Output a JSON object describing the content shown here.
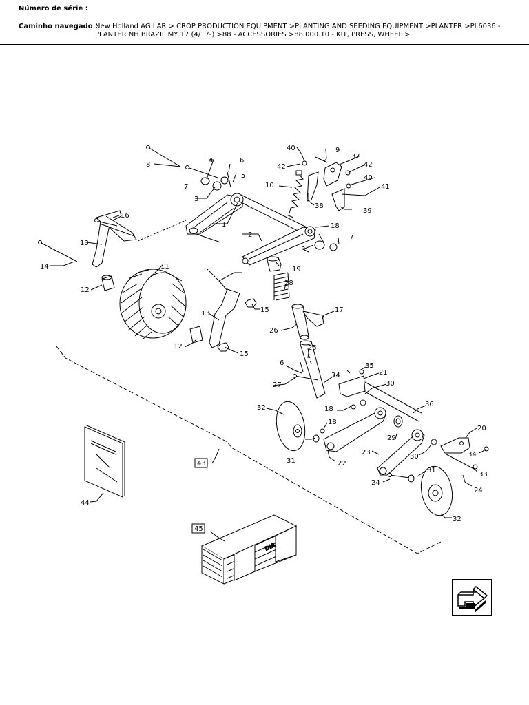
{
  "header": {
    "serial_label": "Número de série :",
    "path_label": "Caminho navegado :",
    "path_text": "New Holland AG LAR > CROP PRODUCTION EQUIPMENT >PLANTING AND SEEDING EQUIPMENT >PLANTER >PL6036 - PLANTER NH BRAZIL MY 17 (4/17-) >88 - ACCESSORIES >88.000.10 - KIT, PRESS, WHEEL >"
  },
  "callouts": {
    "c1": "1",
    "c2": "2",
    "c3a": "3",
    "c3b": "3",
    "c4": "4",
    "c5": "5",
    "c6a": "6",
    "c6b": "6",
    "c7a": "7",
    "c7b": "7",
    "c8": "8",
    "c9": "9",
    "c10": "10",
    "c11": "11",
    "c12a": "12",
    "c12b": "12",
    "c13a": "13",
    "c13b": "13",
    "c14": "14",
    "c15a": "15",
    "c15b": "15",
    "c16": "16",
    "c17": "17",
    "c18a": "18",
    "c18b": "18",
    "c18c": "18",
    "c19": "19",
    "c20": "20",
    "c21": "21",
    "c22": "22",
    "c23": "23",
    "c24a": "24",
    "c24b": "24",
    "c25": "25",
    "c26": "26",
    "c27": "27",
    "c28": "28",
    "c29": "29",
    "c30a": "30",
    "c30b": "30",
    "c31a": "31",
    "c31b": "31",
    "c32a": "32",
    "c32b": "32",
    "c33": "33",
    "c34a": "34",
    "c34b": "34",
    "c35": "35",
    "c36": "36",
    "c37": "37",
    "c38": "38",
    "c39": "39",
    "c40a": "40",
    "c40b": "40",
    "c41": "41",
    "c42a": "42",
    "c42b": "42",
    "c43": "43",
    "c44": "44",
    "c45": "45"
  },
  "crate_stamp": "DIA",
  "nav_icon": "return-arrow-icon"
}
